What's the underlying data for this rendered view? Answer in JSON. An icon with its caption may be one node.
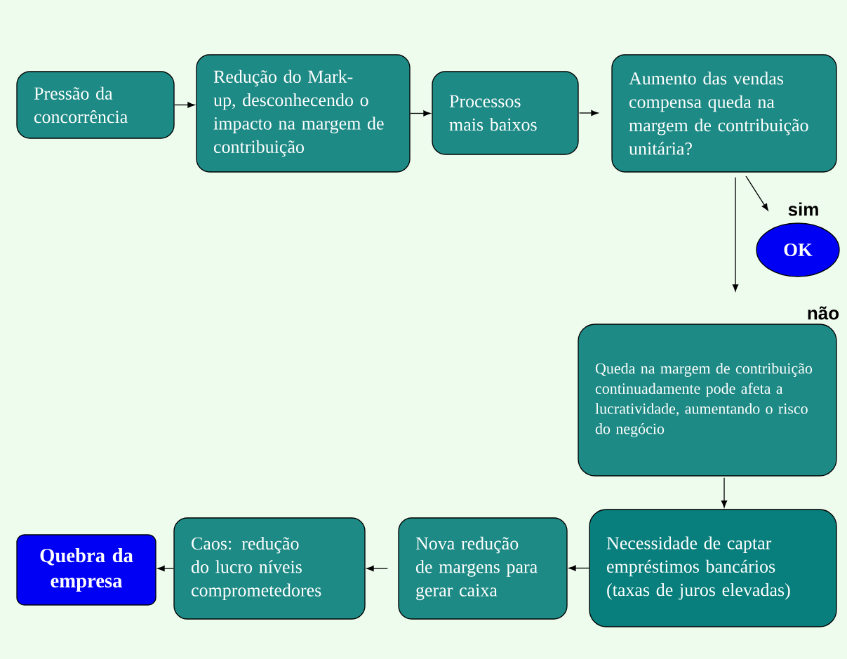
{
  "diagram": {
    "nodes": [
      {
        "text": [
          "Pressão da concorrência"
        ]
      },
      {
        "text": [
          "Redução do Mark-up, desconhecendo o impacto na margem de contribuição"
        ]
      },
      {
        "text": [
          "Processos mais baixos"
        ]
      },
      {
        "text": [
          "Aumento das vendas compensa queda na margem de contribuição unitária?"
        ]
      },
      {
        "text": [
          "OK"
        ]
      },
      {
        "text": [
          "Queda na margem de contribuição continuadamente pode afeta a lucratividade, aumentando o risco do negócio"
        ]
      },
      {
        "text": [
          "Necessidade de captar empréstimos bancários (taxas de juros elevadas)"
        ]
      },
      {
        "text": [
          "Nova redução de margens para gerar caixa"
        ]
      },
      {
        "text": [
          "Caos: redução do lucro níveis comprometedores"
        ]
      },
      {
        "text": [
          "Quebra da empresa"
        ]
      }
    ],
    "edges": [
      {
        "from": 0,
        "to": 1,
        "arrow": "to"
      },
      {
        "from": 1,
        "to": 2,
        "arrow": "to"
      },
      {
        "from": 2,
        "to": 3,
        "arrow": "to"
      },
      {
        "from": 3,
        "to": 4,
        "arrow": "to",
        "label": "sim"
      },
      {
        "from": 3,
        "to": 5,
        "arrow": "to",
        "label": "não"
      },
      {
        "from": 5,
        "to": 6,
        "arrow": "to"
      },
      {
        "from": 6,
        "to": 7,
        "arrow": "to"
      },
      {
        "from": 7,
        "to": 8,
        "arrow": "to"
      },
      {
        "from": 8,
        "to": 9,
        "arrow": "to"
      }
    ]
  }
}
